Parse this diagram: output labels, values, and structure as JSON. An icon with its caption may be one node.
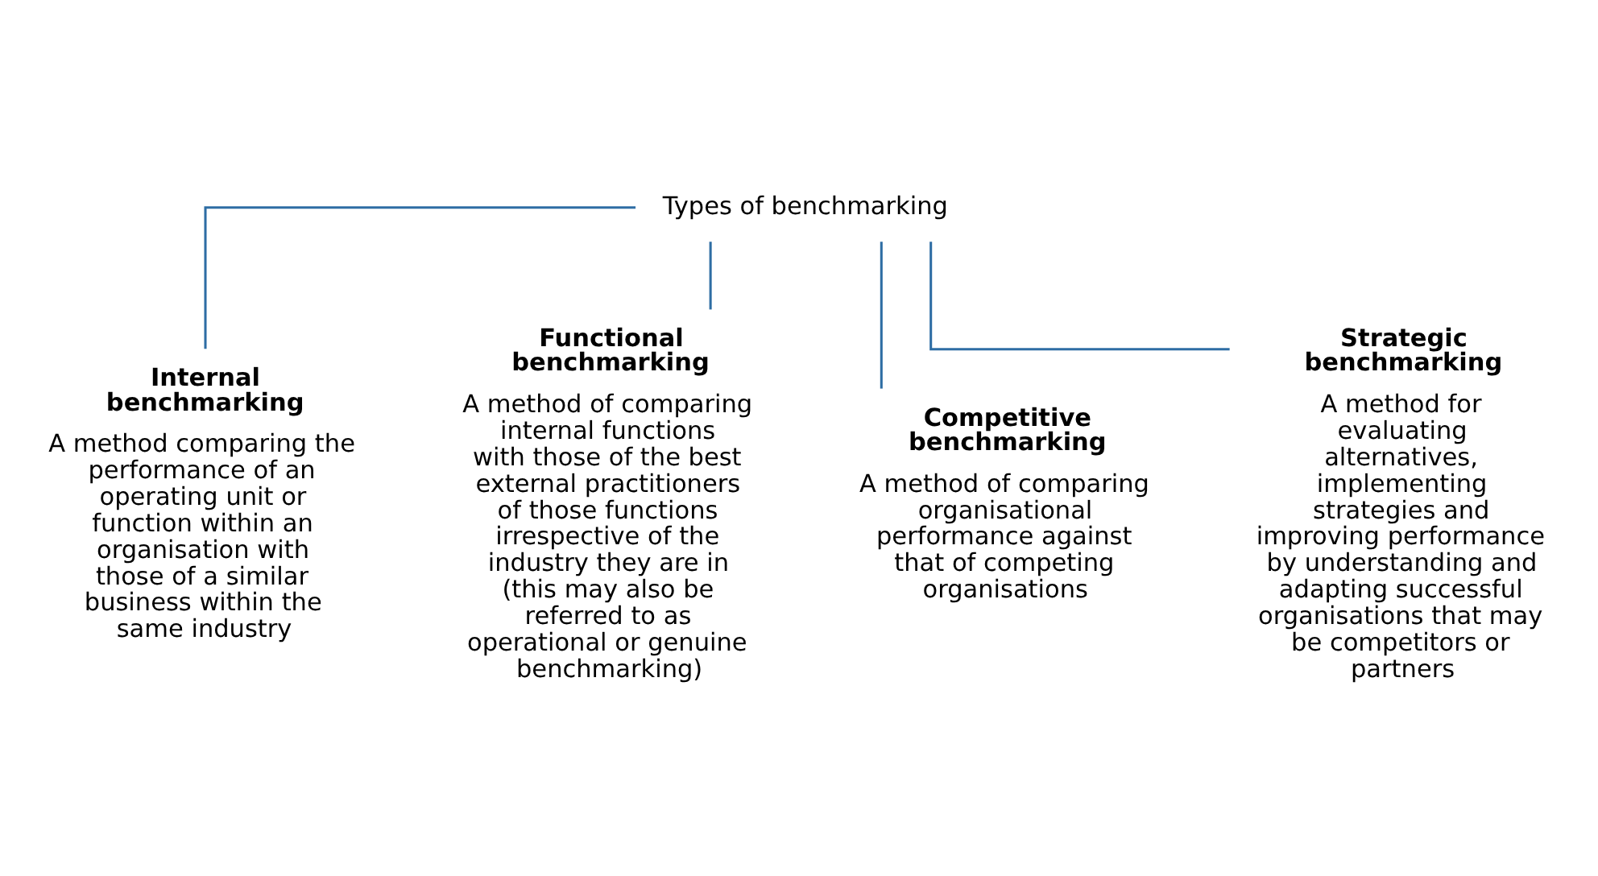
{
  "diagram": {
    "nodes": [
      {
        "text": [
          "Types of benchmarking"
        ]
      },
      {
        "text": [
          "Internal benchmarking",
          "A method comparing the performance of an operating unit or function within an organisation with those of a similar business within the same industry"
        ]
      },
      {
        "text": [
          "Functional benchmarking",
          "A method of comparing internal functions with those of the best external practitioners of those functions irrespective of the industry they are in (this may also be referred to as operational or genuine benchmarking)"
        ]
      },
      {
        "text": [
          "Competitive benchmarking",
          "A method of comparing organisational performance against that of competing organisations"
        ]
      },
      {
        "text": [
          "Strategic benchmarking",
          "A method for evaluating alternatives, implementing strategies and improving performance by understanding and adapting successful organisations that may be competitors or partners"
        ]
      }
    ],
    "edges": [
      {
        "from": 0,
        "to": 1,
        "arrow": "none"
      },
      {
        "from": 0,
        "to": 2,
        "arrow": "none"
      },
      {
        "from": 0,
        "to": 3,
        "arrow": "none"
      },
      {
        "from": 0,
        "to": 4,
        "arrow": "none"
      }
    ]
  }
}
